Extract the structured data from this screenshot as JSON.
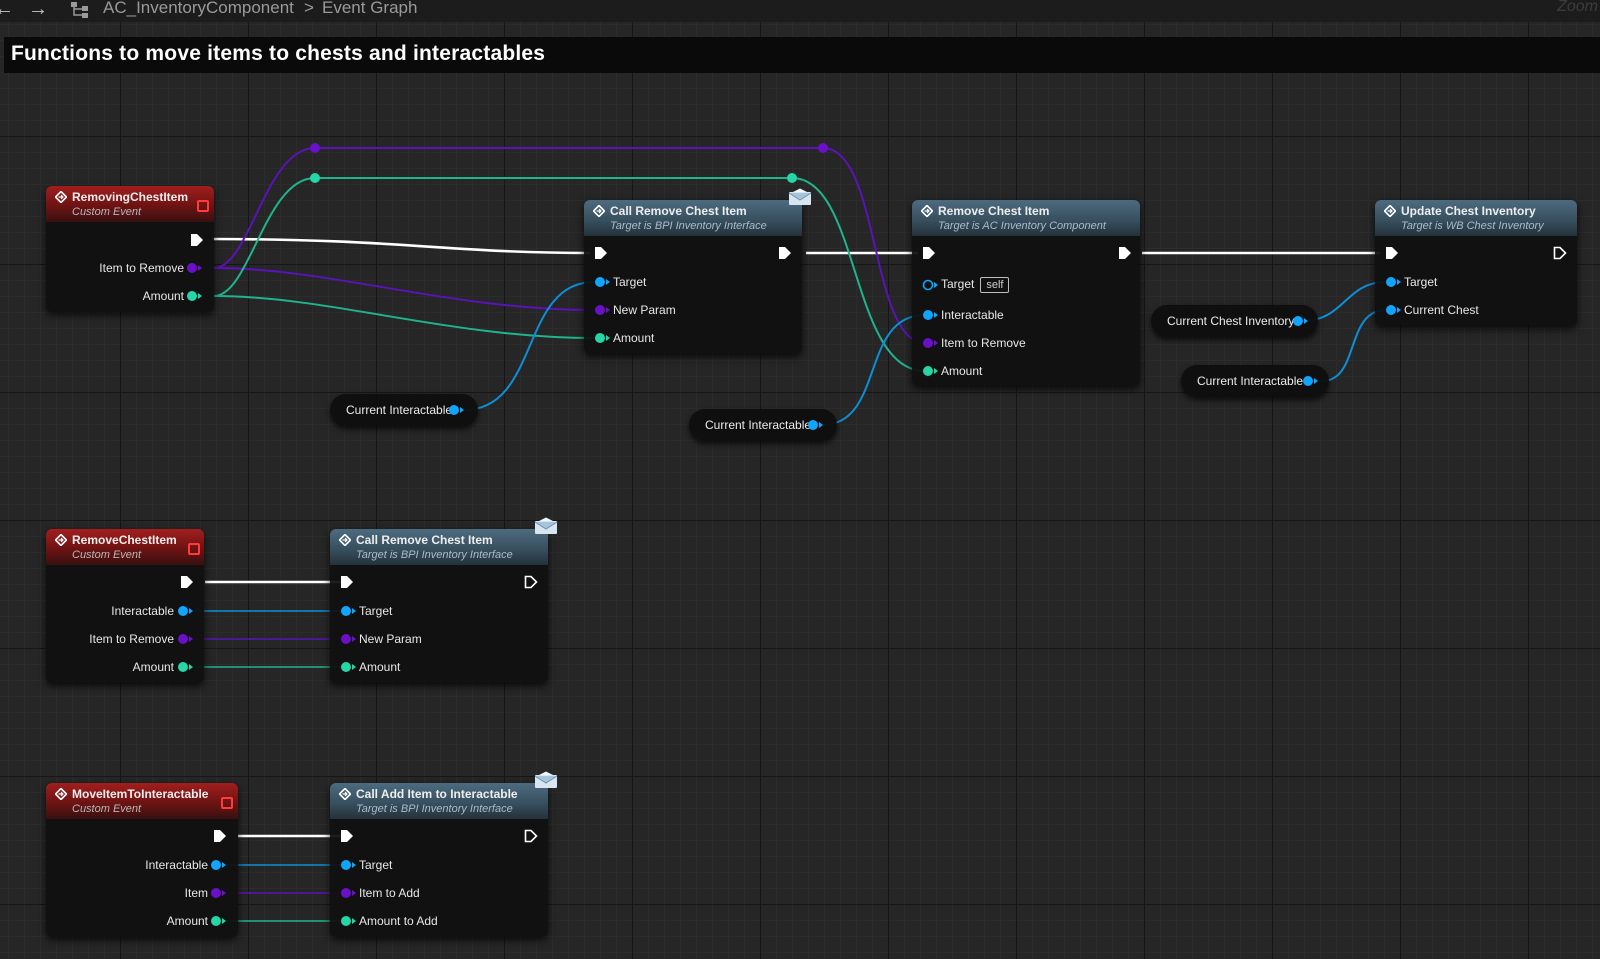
{
  "breadcrumb": {
    "component": "AC_InventoryComponent",
    "separator": ">",
    "graph": "Event Graph"
  },
  "zoom_label": "Zoom",
  "comment": {
    "title": "Functions to move items to chests and interactables"
  },
  "pin_colors": {
    "exec": "#ffffff",
    "object": "#10a5ff",
    "item": "#6a10c8",
    "int": "#25d6a6"
  },
  "nodes": {
    "removing_chest_item": {
      "title": "RemovingChestItem",
      "subtitle": "Custom Event",
      "pins": [
        "Item to Remove",
        "Amount"
      ]
    },
    "call_remove_chest_item_1": {
      "title": "Call Remove Chest Item",
      "subtitle": "Target is BPI Inventory Interface",
      "pins": [
        "Target",
        "New Param",
        "Amount"
      ]
    },
    "remove_chest_item": {
      "title": "Remove Chest Item",
      "subtitle": "Target is AC Inventory Component",
      "pins": [
        "Target",
        "Interactable",
        "Item to Remove",
        "Amount"
      ],
      "target_default": "self"
    },
    "update_chest_inventory": {
      "title": "Update Chest Inventory",
      "subtitle": "Target is WB Chest Inventory",
      "pins": [
        "Target",
        "Current Chest"
      ]
    },
    "remove_chest_item_event": {
      "title": "RemoveChestItem",
      "subtitle": "Custom Event",
      "pins": [
        "Interactable",
        "Item to Remove",
        "Amount"
      ]
    },
    "call_remove_chest_item_2": {
      "title": "Call Remove Chest Item",
      "subtitle": "Target is BPI Inventory Interface",
      "pins": [
        "Target",
        "New Param",
        "Amount"
      ]
    },
    "move_item_to_interactable": {
      "title": "MoveItemToInteractable",
      "subtitle": "Custom Event",
      "pins": [
        "Interactable",
        "Item",
        "Amount"
      ]
    },
    "call_add_item_to_interactable": {
      "title": "Call Add Item to Interactable",
      "subtitle": "Target is BPI Inventory Interface",
      "pins": [
        "Target",
        "Item to Add",
        "Amount to Add"
      ]
    }
  },
  "variables": {
    "current_interactable_1": "Current Interactable",
    "current_interactable_2": "Current Interactable",
    "current_chest_inventory": "Current Chest Inventory",
    "current_interactable_3": "Current Interactable"
  }
}
